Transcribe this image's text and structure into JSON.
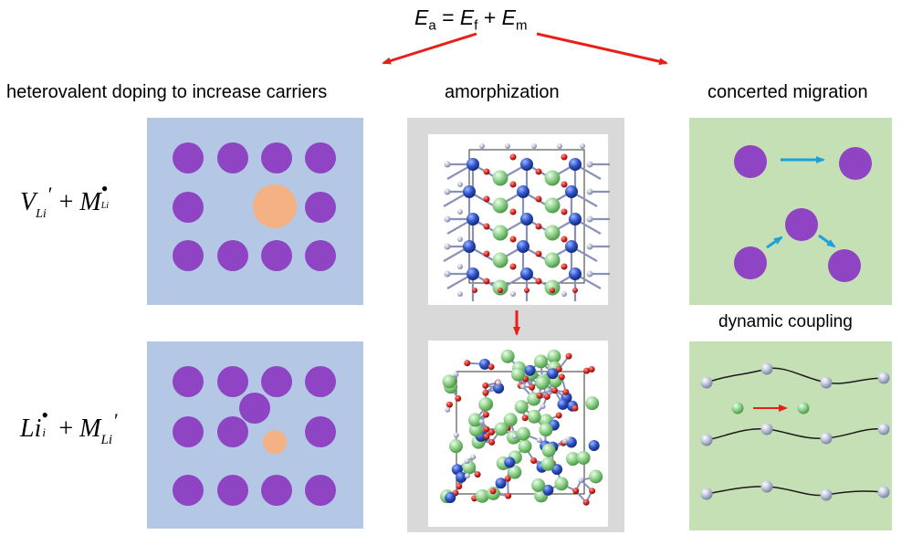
{
  "equation": {
    "lhs": "E",
    "lhs_sub": "a",
    "eq": "=",
    "t1": "E",
    "t1_sub": "f",
    "plus": "+",
    "t2": "E",
    "t2_sub": "m"
  },
  "headers": {
    "doping": "heterovalent doping to increase carriers",
    "amorphization": "amorphization",
    "concerted": "concerted migration",
    "dynamic": "dynamic coupling"
  },
  "formulas": {
    "f1": {
      "a": "V",
      "a_sub": "Li",
      "a_sup": "′",
      "plus": "+",
      "b": "M",
      "b_sup": "•",
      "b_sub": "Li"
    },
    "f2": {
      "a": "Li",
      "a_sub": "i",
      "a_sup": "•",
      "plus": "+",
      "b": "M",
      "b_sub": "Li",
      "b_sup": "′"
    }
  },
  "colors": {
    "panel_blue": "#b4c8e6",
    "panel_green": "#c5e0b4",
    "panel_gray": "#d9d9d9",
    "purple_ion": "#8e44c3",
    "dopant_orange": "#f4b183",
    "arrow_red": "#e8201a",
    "arrow_cyan": "#1ba1dc",
    "atom_blue": "#2f55c9",
    "atom_green": "#8fd08a",
    "atom_red": "#d7261e",
    "atom_gray": "#b9bfd8"
  }
}
